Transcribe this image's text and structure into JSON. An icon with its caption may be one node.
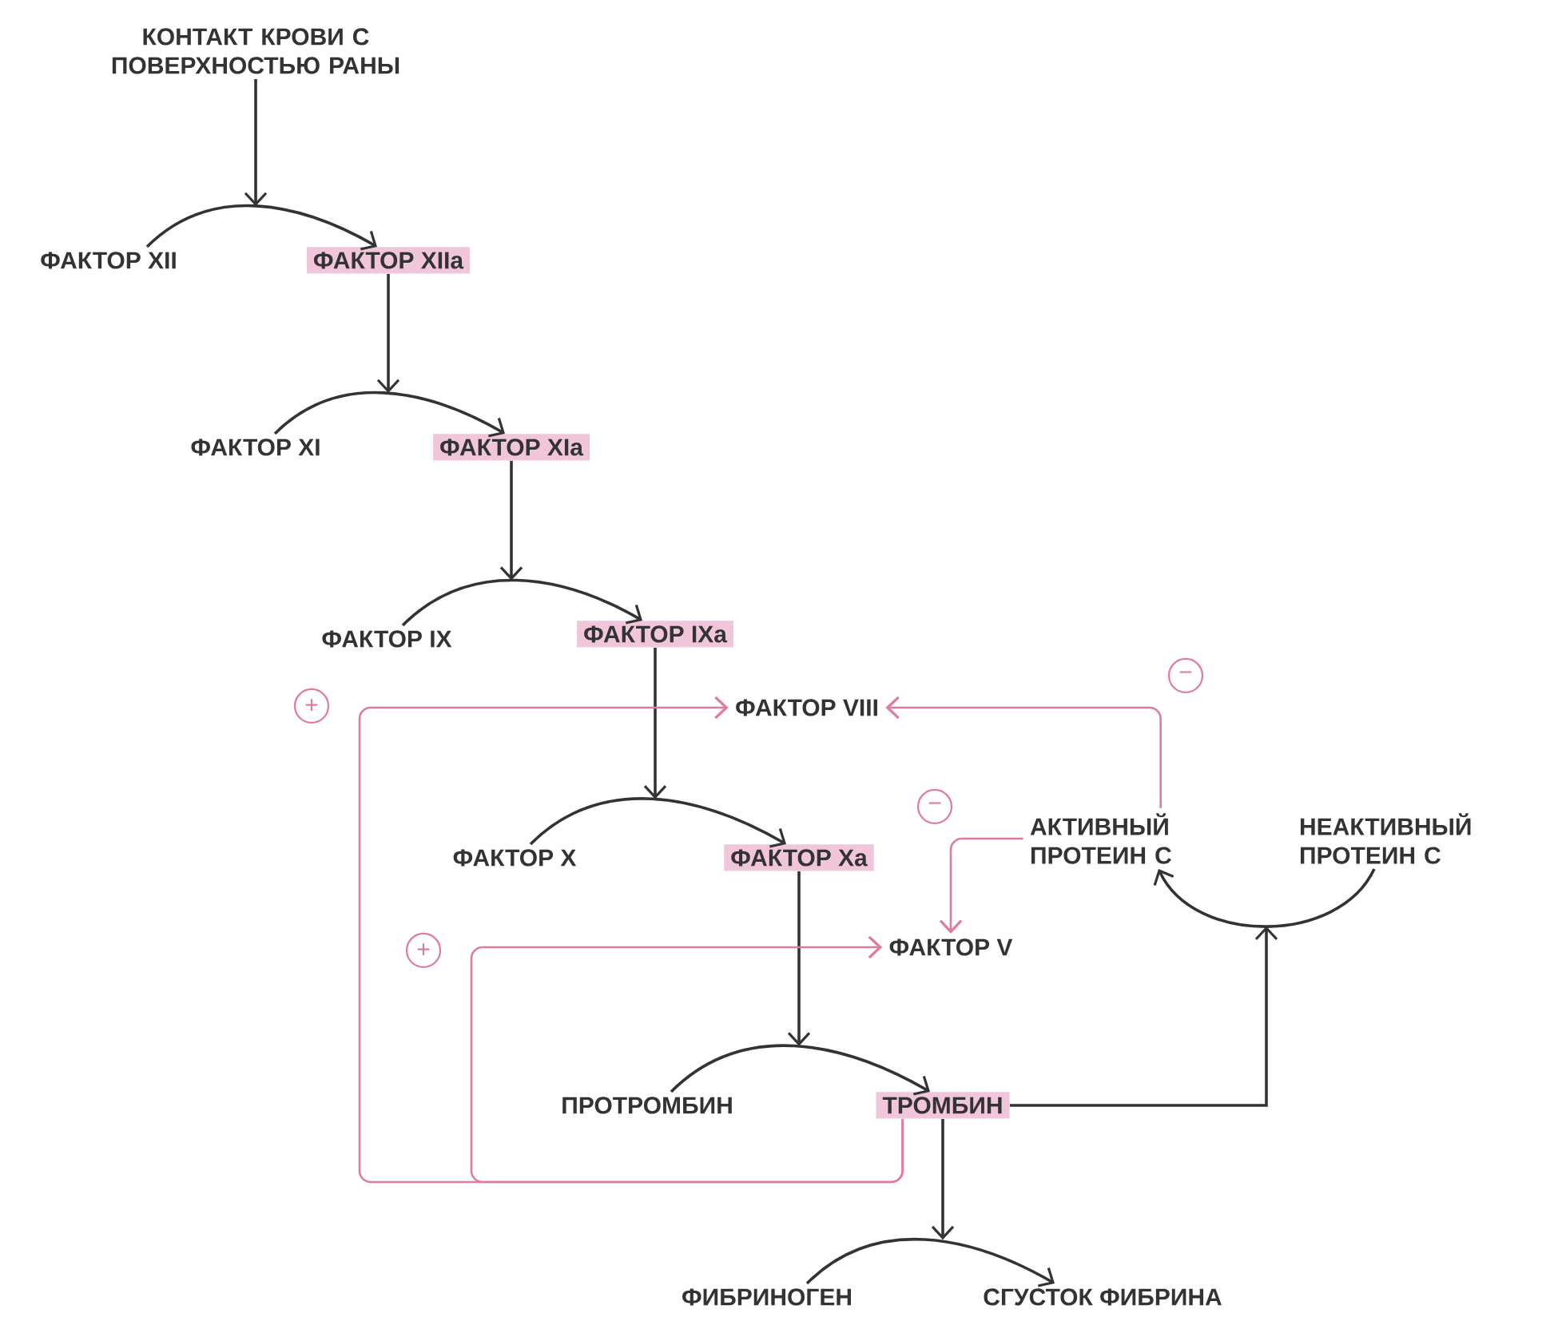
{
  "diagram": {
    "nodes": [
      {
        "text": [
          "КОНТАКТ КРОВИ С ПОВЕРХНОСТЬЮ РАНЫ"
        ]
      },
      {
        "text": [
          "ФАКТОР XII"
        ]
      },
      {
        "text": [
          "ФАКТОР XIIa"
        ]
      },
      {
        "text": [
          "ФАКТОР XI"
        ]
      },
      {
        "text": [
          "ФАКТОР XIa"
        ]
      },
      {
        "text": [
          "ФАКТОР IX"
        ]
      },
      {
        "text": [
          "ФАКТОР IXa"
        ]
      },
      {
        "text": [
          "ФАКТОР VIII"
        ]
      },
      {
        "text": [
          "ФАКТОР X"
        ]
      },
      {
        "text": [
          "ФАКТОР Xa"
        ]
      },
      {
        "text": [
          "АКТИВНЫЙ ПРОТЕИН С"
        ]
      },
      {
        "text": [
          "НЕАКТИВНЫЙ ПРОТЕИН С"
        ]
      },
      {
        "text": [
          "ФАКТОР V"
        ]
      },
      {
        "text": [
          "ПРОТРОМБИН"
        ]
      },
      {
        "text": [
          "ТРОМБИН"
        ]
      },
      {
        "text": [
          "ФИБРИНОГЕН"
        ]
      },
      {
        "text": [
          "СГУСТОК ФИБРИНА"
        ]
      }
    ],
    "edges": [
      {
        "from": 0,
        "to": null,
        "arrow": "to"
      },
      {
        "from": 1,
        "to": 2,
        "arrow": "to"
      },
      {
        "from": 2,
        "to": null,
        "arrow": "to"
      },
      {
        "from": 3,
        "to": 4,
        "arrow": "to"
      },
      {
        "from": 4,
        "to": null,
        "arrow": "to"
      },
      {
        "from": 5,
        "to": 6,
        "arrow": "to"
      },
      {
        "from": 6,
        "to": null,
        "arrow": "to"
      },
      {
        "from": 8,
        "to": 9,
        "arrow": "to"
      },
      {
        "from": 9,
        "to": null,
        "arrow": "to"
      },
      {
        "from": 13,
        "to": 14,
        "arrow": "to"
      },
      {
        "from": 14,
        "to": null,
        "arrow": "to"
      },
      {
        "from": 15,
        "to": 16,
        "arrow": "to"
      },
      {
        "from": 14,
        "to": null,
        "arrow": "to"
      },
      {
        "from": 11,
        "to": 10,
        "arrow": "to"
      },
      {
        "from": 14,
        "to": 7,
        "arrow": "to",
        "color": "#e07b9c"
      },
      {
        "from": 14,
        "to": 12,
        "arrow": "to",
        "color": "#e07b9c"
      },
      {
        "from": 10,
        "to": 7,
        "arrow": "to",
        "color": "#e07b9c"
      },
      {
        "from": 10,
        "to": 12,
        "arrow": "to",
        "color": "#e07b9c"
      }
    ],
    "labels": [
      "−",
      "+",
      "−",
      "+"
    ]
  }
}
